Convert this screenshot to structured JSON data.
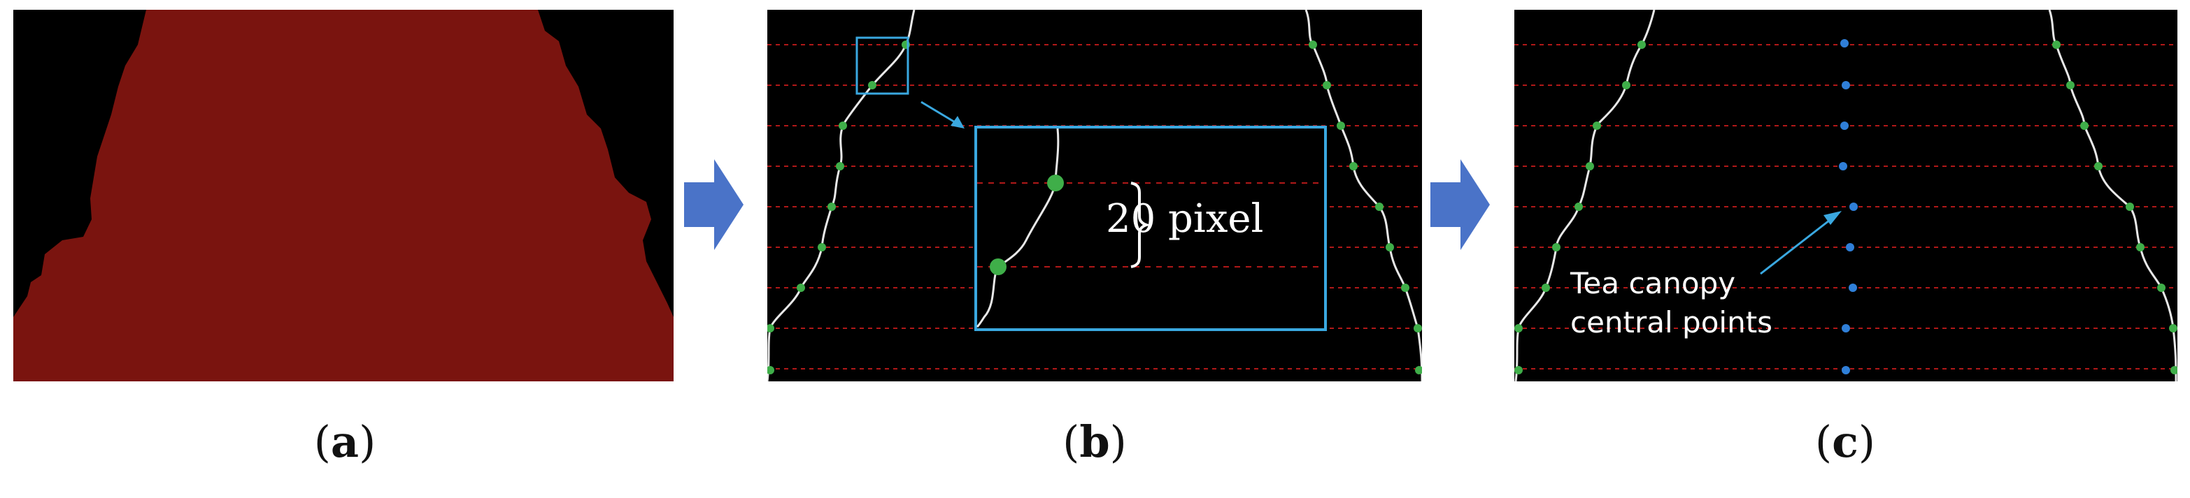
{
  "figure": {
    "captions": {
      "a": "a",
      "b": "b",
      "c": "c"
    },
    "scale_label": "20 pixel",
    "annotation_lines": [
      "Tea canopy",
      "central points"
    ],
    "colors": {
      "canopy_mask": "#7a140f",
      "background": "#000000",
      "edge_point": "#3fae49",
      "center_point": "#2f7fd8",
      "guide_line": "#b01818",
      "zoom_box": "#3aa8e0",
      "flow_arrow": "#4a73c8"
    }
  }
}
